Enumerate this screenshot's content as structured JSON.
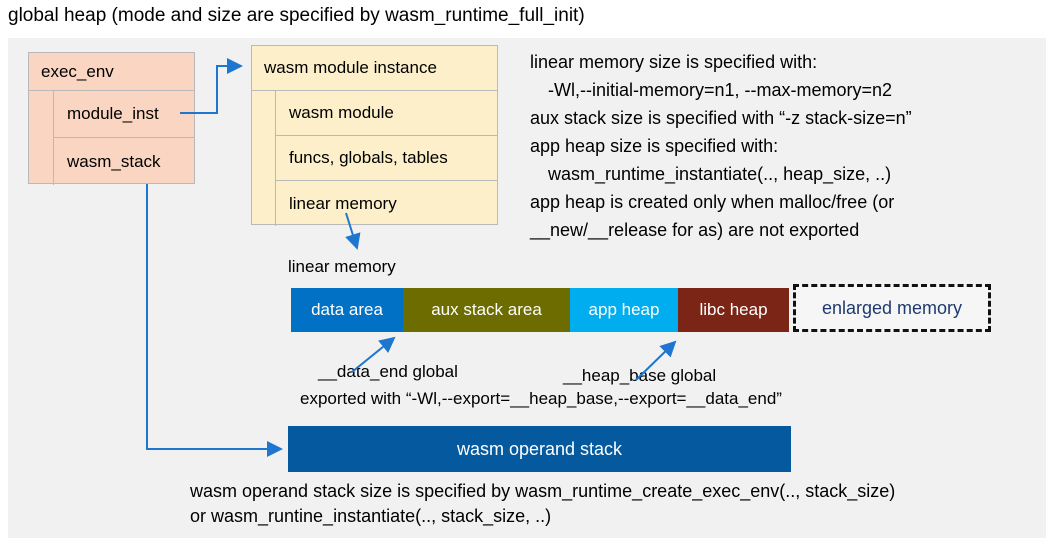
{
  "title": "global heap (mode and size are specified by wasm_runtime_full_init)",
  "exec_env": {
    "header": "exec_env",
    "rows": [
      "module_inst",
      "wasm_stack"
    ]
  },
  "module_instance": {
    "header": "wasm module instance",
    "rows": [
      "wasm module",
      "funcs, globals, tables",
      "linear memory"
    ]
  },
  "notes_right": {
    "lines": [
      "linear memory size is specified with:",
      "-Wl,--initial-memory=n1, --max-memory=n2",
      "aux stack size is specified with “-z stack-size=n”",
      "app heap size is specified with:",
      "wasm_runtime_instantiate(.., heap_size, ..)",
      "app heap is created only when malloc/free (or",
      "__new/__release for as) are not exported"
    ]
  },
  "linear_memory": {
    "label": "linear memory",
    "segments": [
      {
        "label": "data area",
        "color": "#0071C5"
      },
      {
        "label": "aux stack area",
        "color": "#6C6C00"
      },
      {
        "label": "app heap",
        "color": "#00AEEF"
      },
      {
        "label": "libc heap",
        "color": "#7B2517"
      }
    ],
    "enlarged": {
      "label": "enlarged memory",
      "text_color": "#1F3A70"
    }
  },
  "annotations": {
    "data_end": "__data_end global",
    "heap_base": "__heap_base global",
    "exported": "exported with “-Wl,--export=__heap_base,--export=__data_end”"
  },
  "operand_stack": {
    "label": "wasm operand stack",
    "color": "#05599E"
  },
  "notes_bottom": {
    "line1": "wasm operand stack size is specified by wasm_runtime_create_exec_env(.., stack_size)",
    "line2": "or wasm_runtine_instantiate(.., stack_size, ..)"
  },
  "colors": {
    "background_panel": "#F1F1F1",
    "struct_salmon": "#FAD5C1",
    "struct_cream": "#FCEFC9",
    "border_gray": "#B9B9B9",
    "arrow_blue": "#1E76CF",
    "enlarged_text": "#1F3A70"
  }
}
